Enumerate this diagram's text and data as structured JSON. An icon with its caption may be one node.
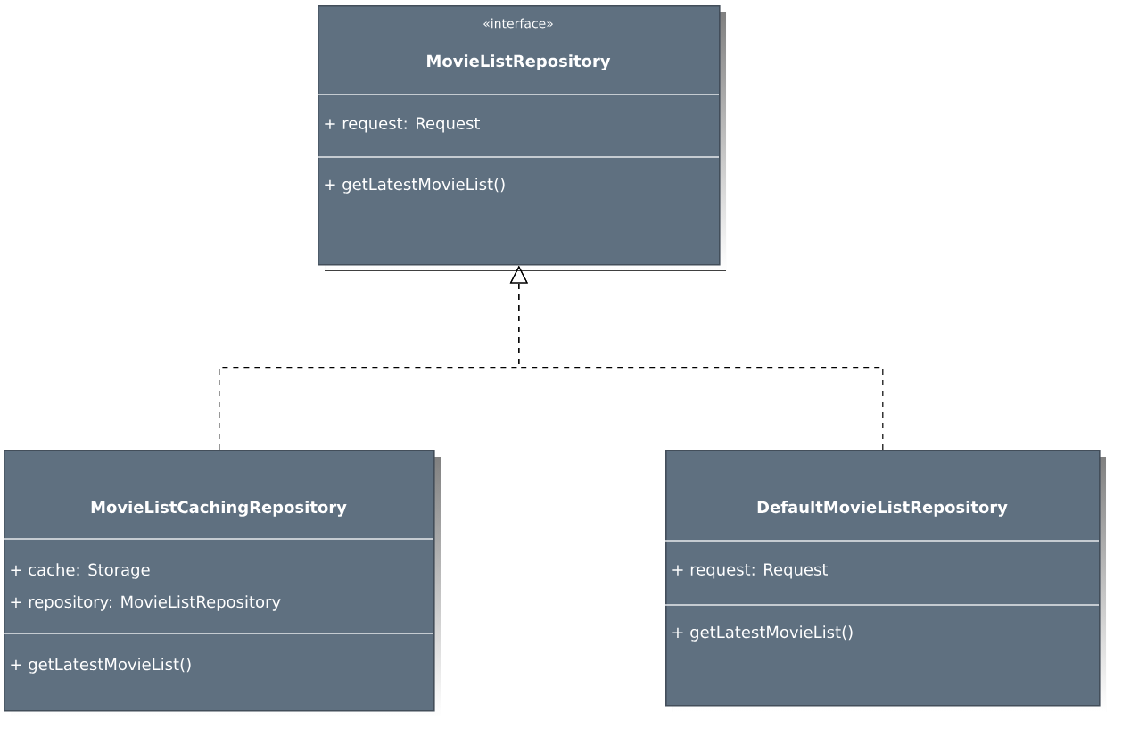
{
  "diagram": {
    "nodes": [
      {
        "text": [
          "«interface»",
          "MovieListRepository",
          "+ request: Request",
          "+ getLatestMovieList()"
        ]
      },
      {
        "text": [
          "MovieListCachingRepository",
          "+ cache: Storage",
          "+ repository:  MovieListRepository",
          "+ getLatestMovieList()"
        ]
      },
      {
        "text": [
          "DefaultMovieListRepository",
          "+ request: Request",
          "+ getLatestMovieList()"
        ]
      }
    ],
    "edges": [
      {
        "from": 1,
        "to": 0,
        "arrow": "to",
        "style": "dashed"
      },
      {
        "from": 2,
        "to": 0,
        "arrow": "to",
        "style": "dashed"
      }
    ]
  }
}
